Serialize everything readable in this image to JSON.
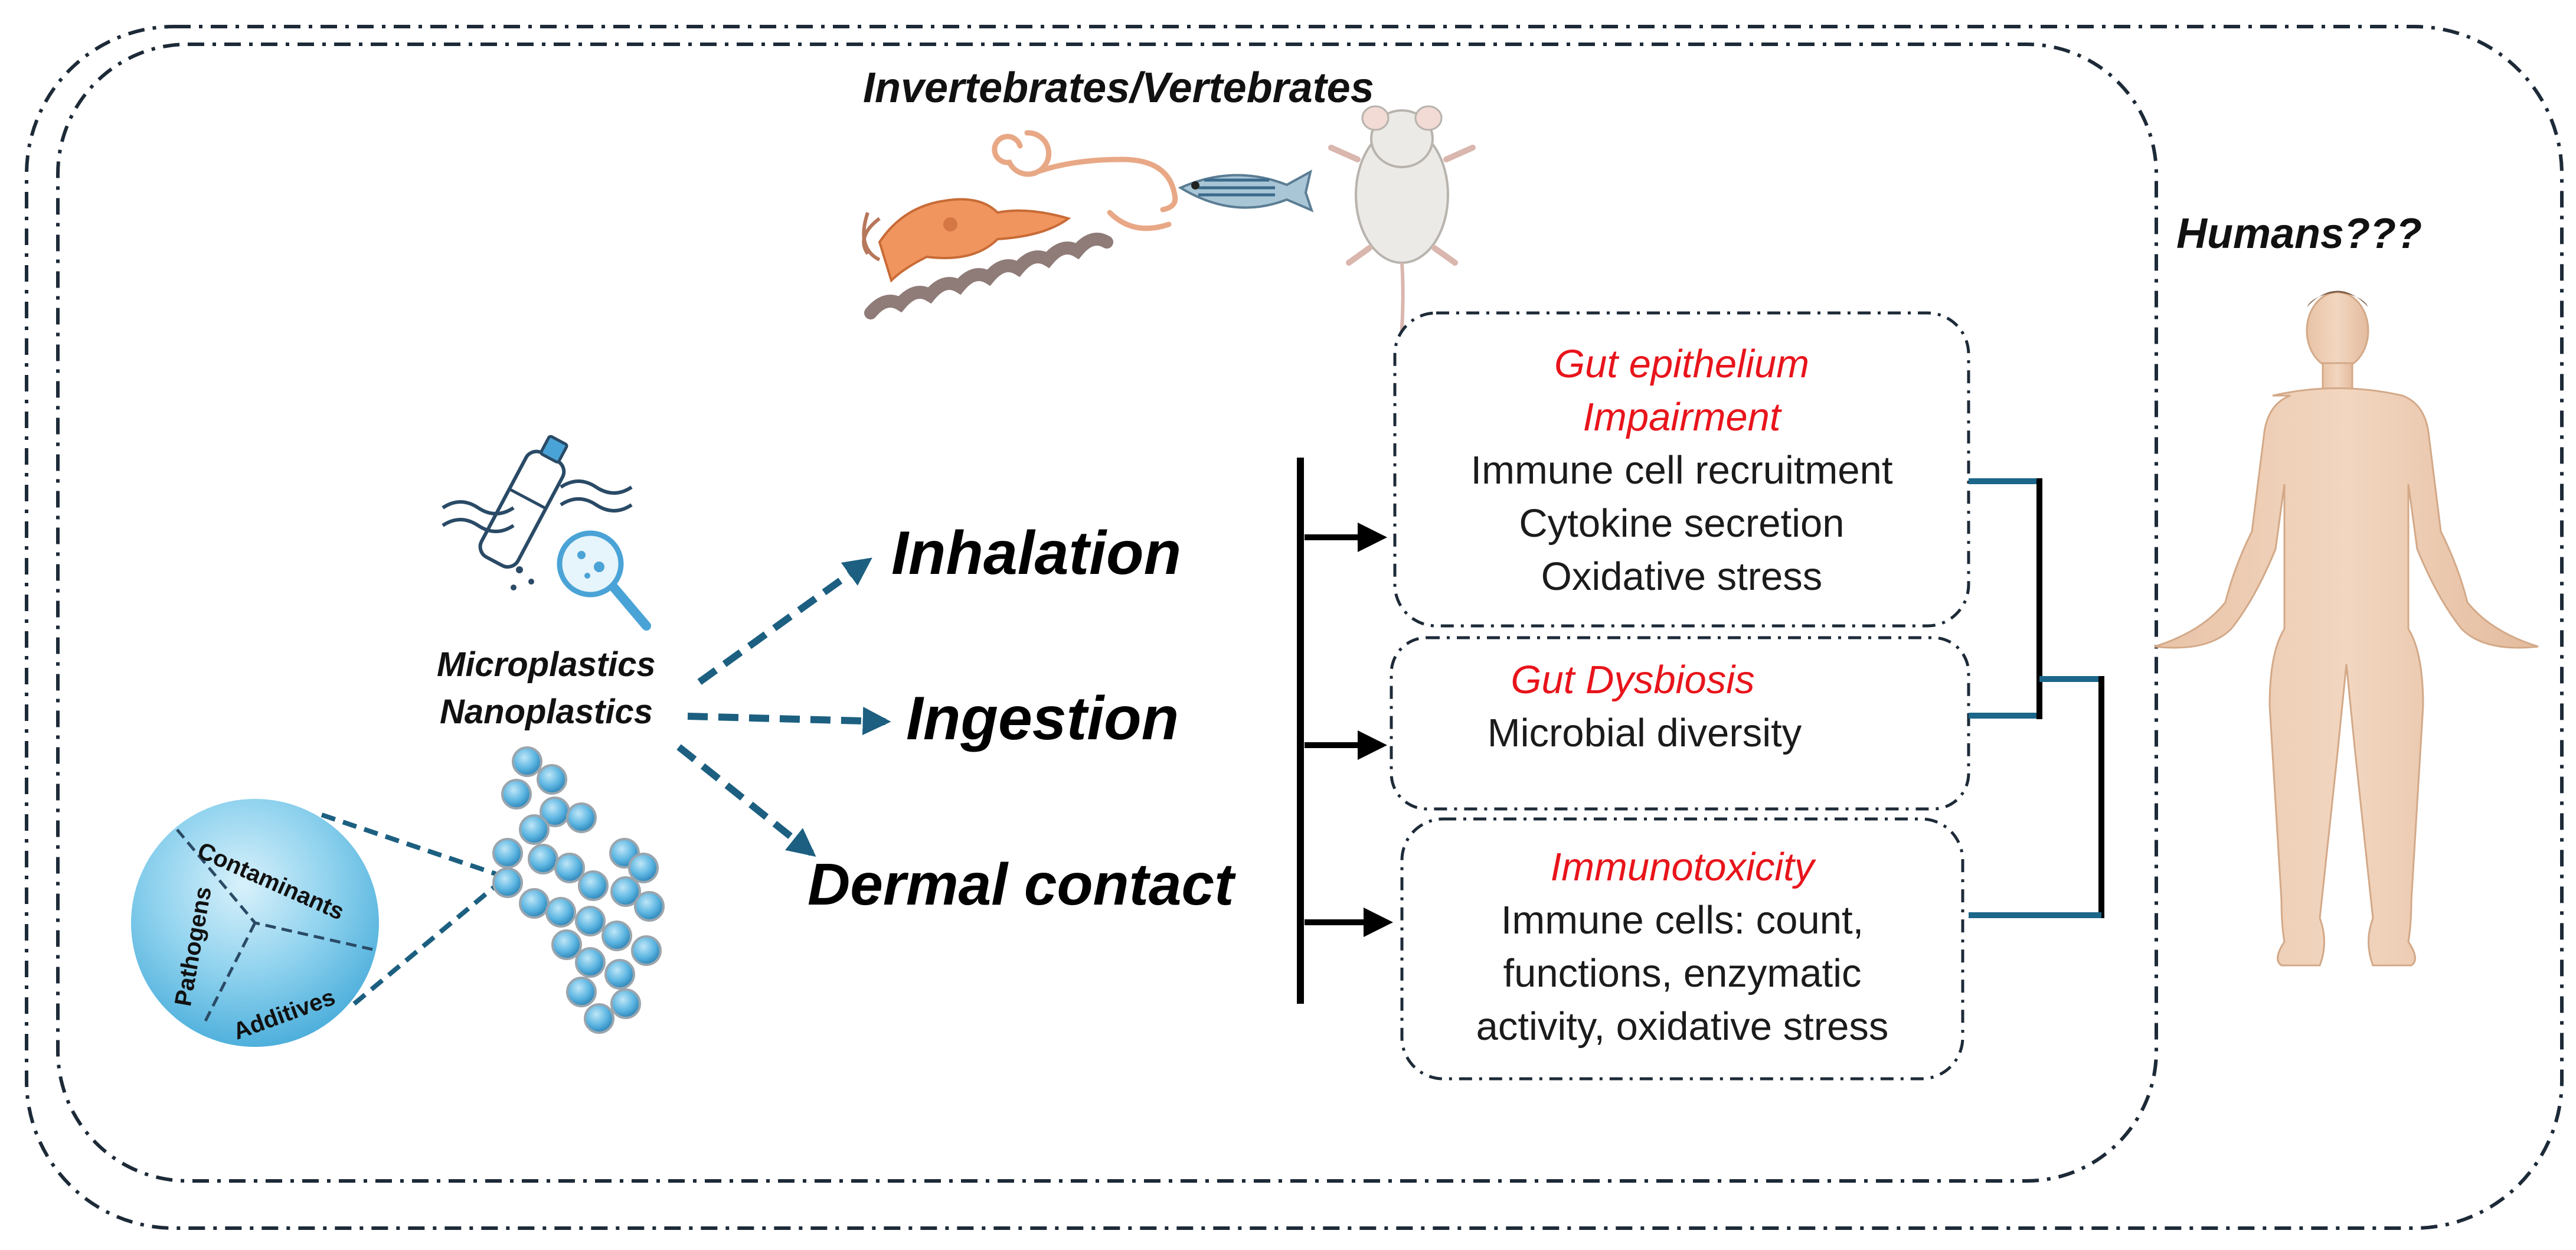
{
  "groups": {
    "animals_heading": "Invertebrates/Vertebrates",
    "humans_heading": "Humans???"
  },
  "source": {
    "line1": "Microplastics",
    "line2": "Nanoplastics"
  },
  "particle_components": {
    "contaminants": "Contaminants",
    "pathogens": "Pathogens",
    "additives": "Additives"
  },
  "routes": {
    "inhalation": "Inhalation",
    "ingestion": "Ingestion",
    "dermal": "Dermal contact"
  },
  "effects": {
    "gut_epithelium": {
      "title_line1": "Gut epithelium",
      "title_line2": "Impairment",
      "items": [
        "Immune cell recruitment",
        "Cytokine secretion",
        "Oxidative stress"
      ]
    },
    "gut_dysbiosis": {
      "title": "Gut Dysbiosis",
      "items": [
        "Microbial diversity"
      ]
    },
    "immunotoxicity": {
      "title": "Immunotoxicity",
      "items": [
        "Immune cells: count,",
        "functions, enzymatic",
        "activity, oxidative stress"
      ]
    }
  },
  "colors": {
    "effect_title": "#e8141b",
    "arrow_dashed": "#1c5f80",
    "connector": "#1c6689",
    "frame": "#1d2a38"
  },
  "icons": {
    "plastic_bottle": "plastic-bottle-search-icon",
    "particles": "microplastic-particles-icon",
    "human": "human-figure-icon"
  }
}
